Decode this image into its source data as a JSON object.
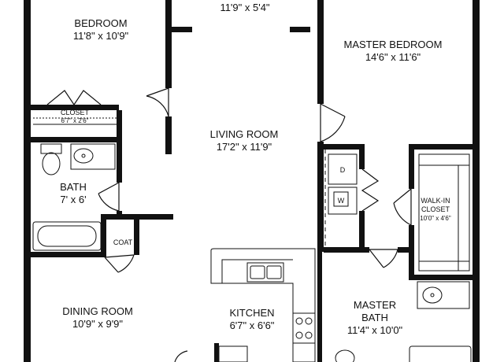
{
  "rooms": {
    "bedroom": {
      "name": "BEDROOM",
      "dim": "11'8\" x 10'9\""
    },
    "top_center": {
      "dim": "11'9\" x 5'4\""
    },
    "master_bedroom": {
      "name": "MASTER BEDROOM",
      "dim": "14'6\" x 11'6\""
    },
    "closet": {
      "name": "CLOSET",
      "dim": "6'7\" x 2'6\""
    },
    "living_room": {
      "name": "LIVING ROOM",
      "dim": "17'2\" x 11'9\""
    },
    "bath": {
      "name": "BATH",
      "dim": "7' x 6'"
    },
    "walk_in_closet": {
      "name_line1": "WALK-IN",
      "name_line2": "CLOSET",
      "dim": "10'0\" x 4'6\""
    },
    "coat": {
      "name": "COAT"
    },
    "dining_room": {
      "name": "DINING ROOM",
      "dim": "10'9\" x 9'9\""
    },
    "kitchen": {
      "name": "KITCHEN",
      "dim": "6'7\" x 6'6\""
    },
    "master_bath": {
      "name": "MASTER",
      "name2": "BATH",
      "dim": "11'4\" x 10'0\""
    }
  },
  "appliances": {
    "dryer": "D",
    "washer": "W"
  }
}
